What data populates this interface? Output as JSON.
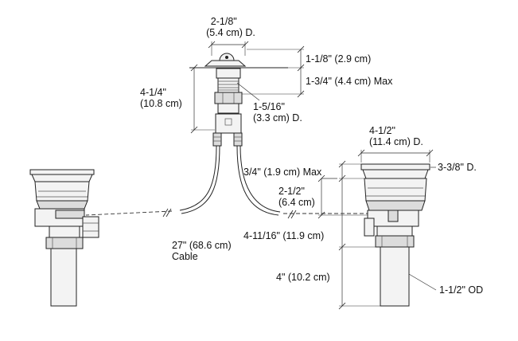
{
  "figure": {
    "type": "dimensioned technical drawing",
    "labels": {
      "actuator_diameter": [
        "2-1/8\"",
        "(5.4 cm) D."
      ],
      "actuator_height": "1-1/8\" (2.9 cm)",
      "actuator_max": "1-3/4\" (4.4 cm) Max",
      "actuator_total": [
        "4-1/4\"",
        "(10.8 cm)"
      ],
      "actuator_body_diameter": [
        "1-5/16\"",
        "(3.3 cm) D."
      ],
      "strainer_diameter": [
        "4-1/2\"",
        "(11.4 cm) D."
      ],
      "flange_diameter": "3-3/8\" D.",
      "flange_max": "3/4\" (1.9 cm) Max",
      "body_depth": [
        "2-1/2\"",
        "(6.4 cm)"
      ],
      "cable": [
        "27\" (68.6 cm)",
        "Cable"
      ],
      "cable_depth": "4-11/16\" (11.9 cm)",
      "tailpiece": "4\" (10.2 cm)",
      "tailpiece_od": "1-1/2\" OD"
    }
  }
}
